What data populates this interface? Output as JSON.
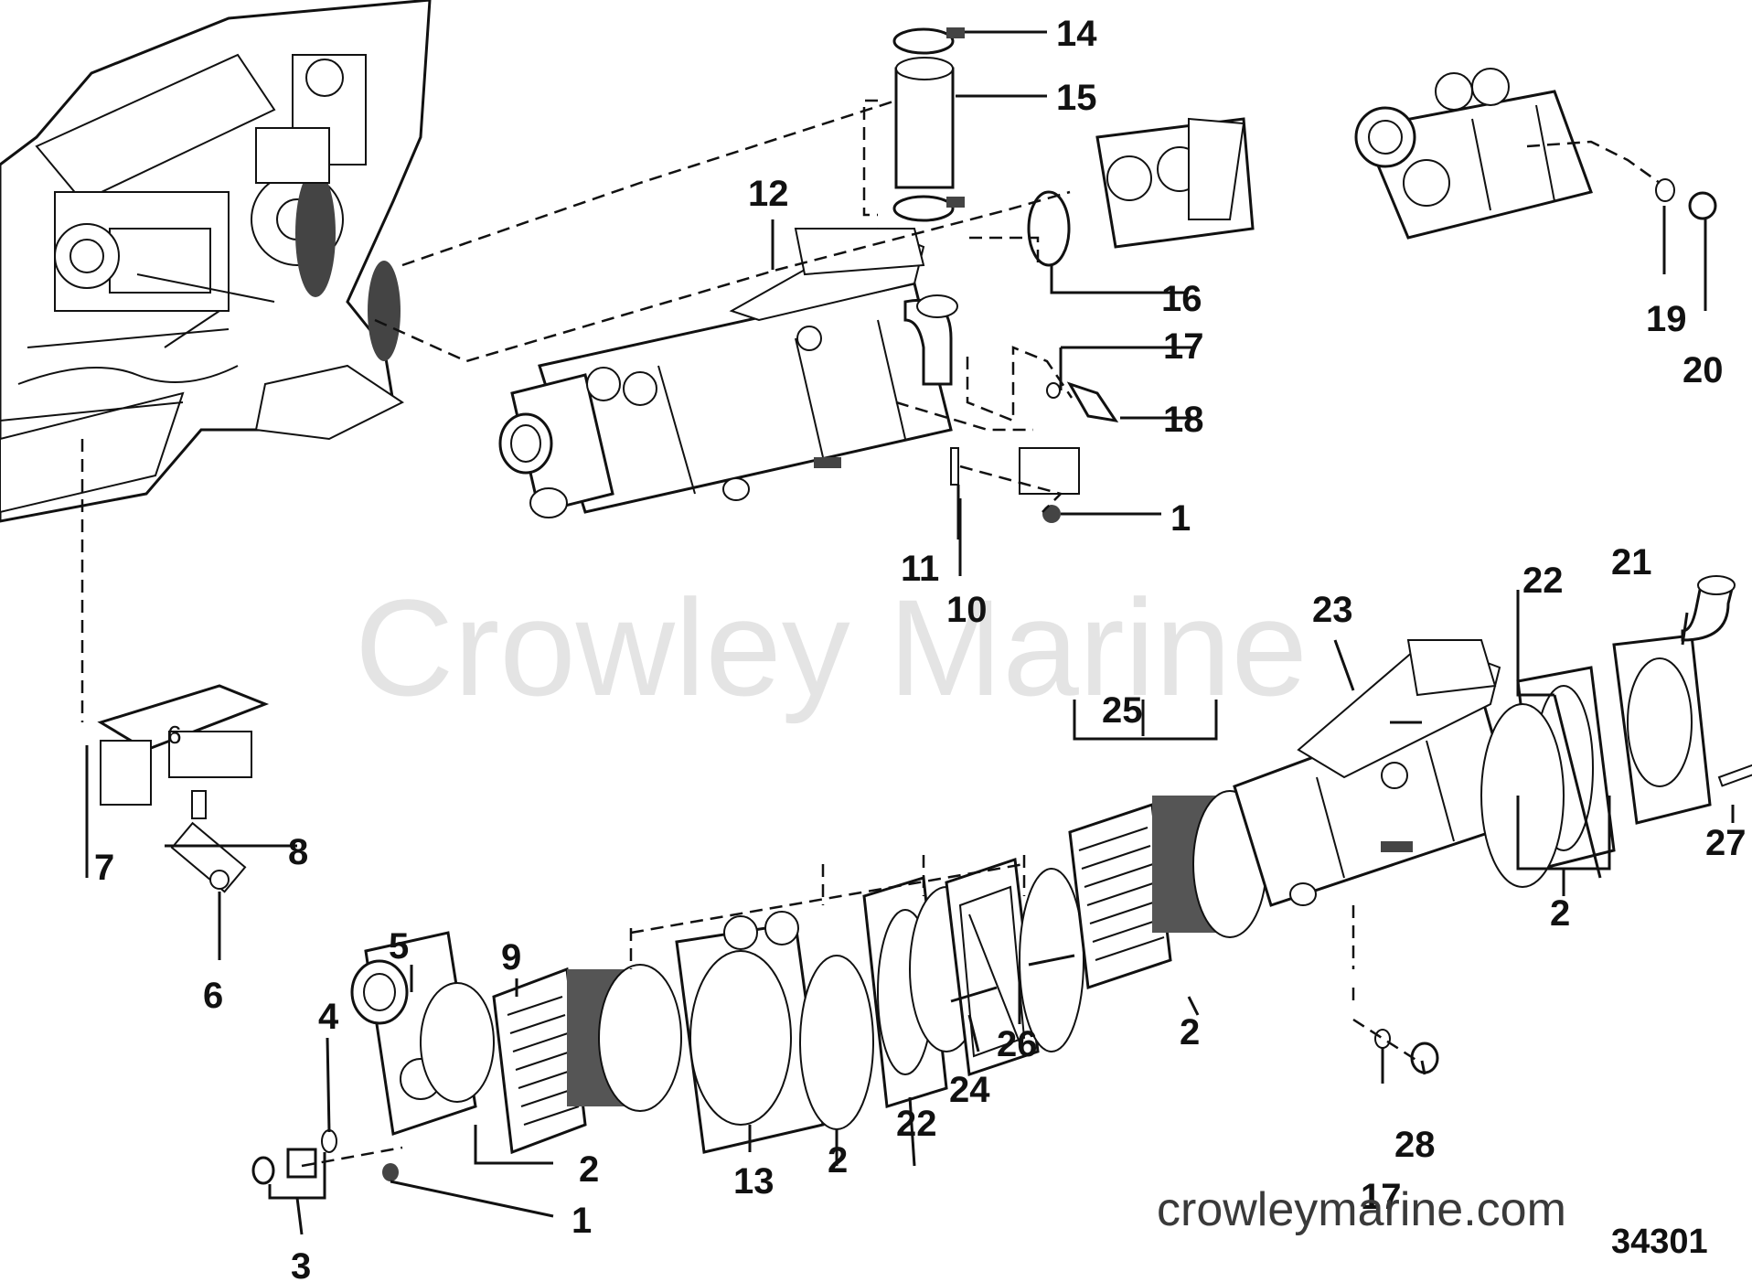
{
  "watermark": "Crowley Marine",
  "site": "crowleymarine.com",
  "figure_number": "34301",
  "callouts": {
    "c1a": "1",
    "c1b": "1",
    "c2a": "2",
    "c2b": "2",
    "c2c": "2",
    "c2d": "2",
    "c3": "3",
    "c4": "4",
    "c5": "5",
    "c6a": "6",
    "c6b": "6",
    "c7": "7",
    "c8": "8",
    "c9": "9",
    "c10": "10",
    "c11": "11",
    "c12": "12",
    "c13": "13",
    "c14": "14",
    "c15": "15",
    "c16": "16",
    "c17a": "17",
    "c17b": "17",
    "c18": "18",
    "c19": "19",
    "c20": "20",
    "c21": "21",
    "c22a": "22",
    "c22b": "22",
    "c23": "23",
    "c24": "24",
    "c25": "25",
    "c26": "26",
    "c27": "27",
    "c28": "28"
  }
}
